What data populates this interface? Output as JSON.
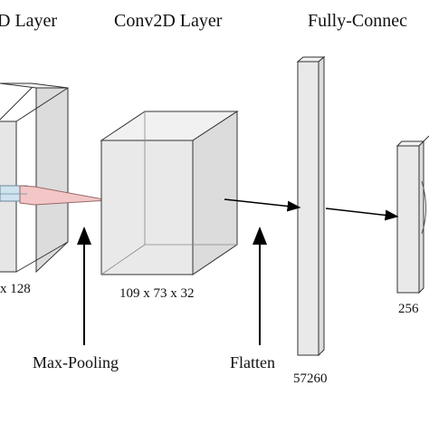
{
  "headers": {
    "left_partial": "D Layer",
    "conv2d": "Conv2D Layer",
    "fully_connected_partial": "Fully-Connec"
  },
  "dims": {
    "left_partial": "x 128",
    "conv2d": "109 x 73 x 32",
    "fc1": "57260",
    "fc2": "256"
  },
  "annotations": {
    "max_pooling": "Max-Pooling",
    "flatten": "Flatten"
  },
  "colors": {
    "box_face": "#e9e9ea",
    "box_top": "#f1f1f2",
    "box_side": "#dcdcdd",
    "box_edge": "#333333",
    "kernel_blue": "#cfe3ef",
    "kernel_pink": "#f3c7c7",
    "arrow": "#000000"
  }
}
